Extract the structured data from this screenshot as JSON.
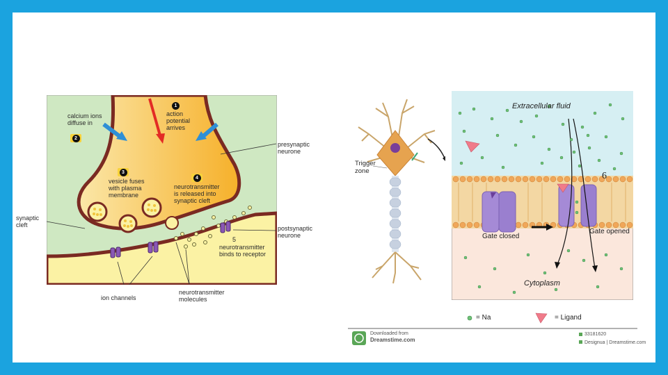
{
  "synapse": {
    "step1_badge": "1",
    "step1_text": "action\npotential\narrives",
    "step2_text": "calcium ions\ndiffuse in",
    "step2_badge": "2",
    "step3_badge": "3",
    "step3_text": "vesicle fuses\nwith plasma\nmembrane",
    "step4_badge": "4",
    "step4_text": "neurotransmitter\nis released into\nsynaptic cleft",
    "step5_badge": "5",
    "step5_text": "neurotransmitter\nbinds to receptor",
    "presynaptic": "presynaptic\nneurone",
    "postsynaptic": "postsynaptic\nneurone",
    "synaptic_cleft": "synaptic\ncleft",
    "ion_channels": "ion channels",
    "nt_molecules": "neurotransmitter\nmolecules"
  },
  "neuron": {
    "trigger_zone": "Trigger\nzone"
  },
  "channel": {
    "extracellular": "Extracellular fluid",
    "cytoplasm": "Cytoplasm",
    "gate_closed": "Gate closed",
    "gate_opened": "Gate opened",
    "number_label": "6"
  },
  "legend": {
    "na_label": "= Na",
    "ligand_label": "= Ligand"
  },
  "watermark": {
    "line1": "Downloaded from",
    "line2": "Dreamstime.com",
    "right_id": "33181620",
    "right_credit": "Designua | Dreamstime.com"
  },
  "colors": {
    "frame": "#1ba3df",
    "presynaptic_fill": "#f7b733",
    "membrane": "#7a2a22",
    "background_green": "#cfe8c2",
    "extracellular_blue": "#d6eff3",
    "cytoplasm_pink": "#fbe7dc",
    "channel_purple": "#a58ad6",
    "ligand_pink": "#f07b8a",
    "sodium_green": "#4fa35a"
  }
}
